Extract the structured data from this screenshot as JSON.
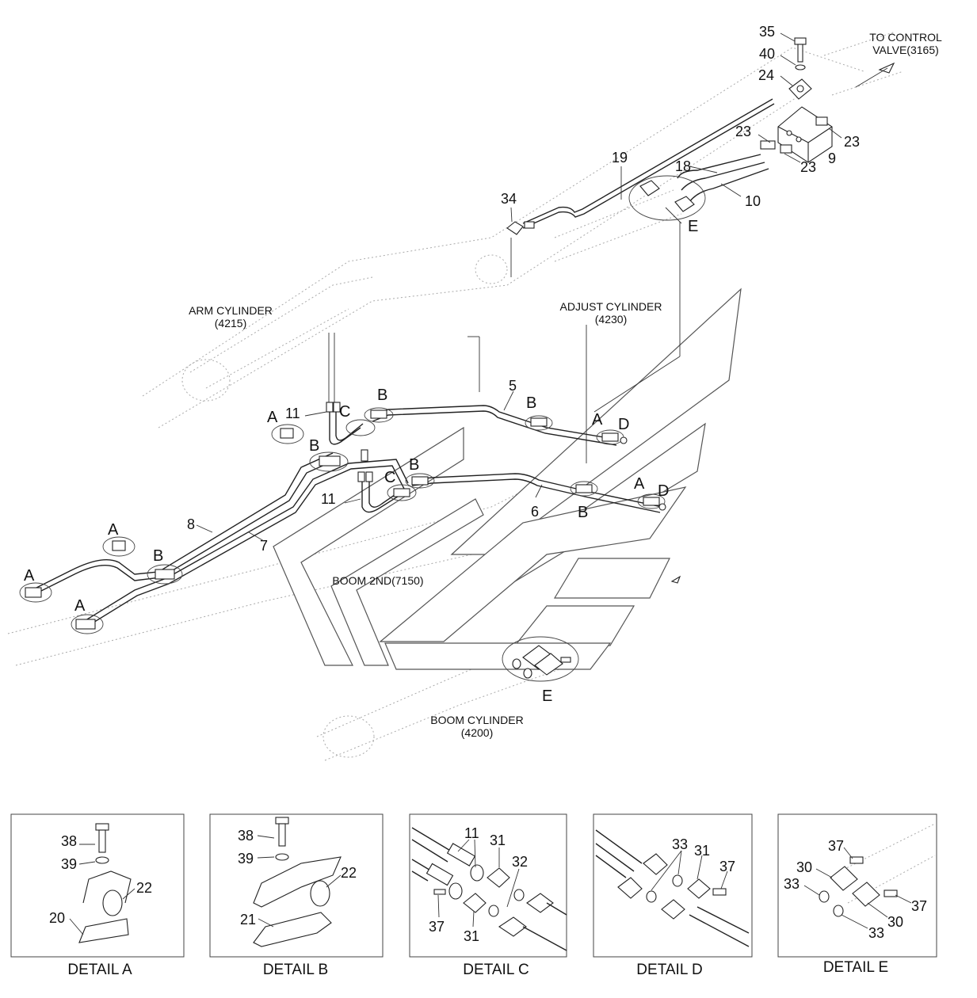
{
  "callouts": {
    "to_control_valve": [
      "TO CONTROL",
      "VALVE(3165)"
    ],
    "arm_cylinder": [
      "ARM CYLINDER",
      "(4215)"
    ],
    "adjust_cylinder": [
      "ADJUST CYLINDER",
      "(4230)"
    ],
    "boom_2nd": "BOOM 2ND(7150)",
    "boom_cylinder": [
      "BOOM CYLINDER",
      "(4200)"
    ]
  },
  "main_labels": [
    {
      "id": "n35",
      "text": "35"
    },
    {
      "id": "n40",
      "text": "40"
    },
    {
      "id": "n24",
      "text": "24"
    },
    {
      "id": "n23a",
      "text": "23"
    },
    {
      "id": "n23b",
      "text": "23"
    },
    {
      "id": "n23c",
      "text": "23"
    },
    {
      "id": "n9",
      "text": "9"
    },
    {
      "id": "n19",
      "text": "19"
    },
    {
      "id": "n18",
      "text": "18"
    },
    {
      "id": "n10",
      "text": "10"
    },
    {
      "id": "n34",
      "text": "34"
    },
    {
      "id": "e1",
      "text": "E"
    },
    {
      "id": "n5",
      "text": "5"
    },
    {
      "id": "b1",
      "text": "B"
    },
    {
      "id": "b2",
      "text": "B"
    },
    {
      "id": "c1",
      "text": "C"
    },
    {
      "id": "n11a",
      "text": "11"
    },
    {
      "id": "a1",
      "text": "A"
    },
    {
      "id": "a2",
      "text": "A"
    },
    {
      "id": "d1",
      "text": "D"
    },
    {
      "id": "b3",
      "text": "B"
    },
    {
      "id": "b4",
      "text": "B"
    },
    {
      "id": "c2",
      "text": "C"
    },
    {
      "id": "a3",
      "text": "A"
    },
    {
      "id": "d2",
      "text": "D"
    },
    {
      "id": "n6",
      "text": "6"
    },
    {
      "id": "b5",
      "text": "B"
    },
    {
      "id": "n11b",
      "text": "11"
    },
    {
      "id": "n8",
      "text": "8"
    },
    {
      "id": "n7",
      "text": "7"
    },
    {
      "id": "a4",
      "text": "A"
    },
    {
      "id": "b6",
      "text": "B"
    },
    {
      "id": "a5",
      "text": "A"
    },
    {
      "id": "a6",
      "text": "A"
    },
    {
      "id": "e2",
      "text": "E"
    }
  ],
  "details": [
    {
      "caption": "DETAIL  A",
      "labels": [
        {
          "id": "da38",
          "text": "38"
        },
        {
          "id": "da39",
          "text": "39"
        },
        {
          "id": "da22",
          "text": "22"
        },
        {
          "id": "da20",
          "text": "20"
        }
      ]
    },
    {
      "caption": "DETAIL  B",
      "labels": [
        {
          "id": "db38",
          "text": "38"
        },
        {
          "id": "db39",
          "text": "39"
        },
        {
          "id": "db22",
          "text": "22"
        },
        {
          "id": "db21",
          "text": "21"
        }
      ]
    },
    {
      "caption": "DETAIL  C",
      "labels": [
        {
          "id": "dc11",
          "text": "11"
        },
        {
          "id": "dc31a",
          "text": "31"
        },
        {
          "id": "dc32",
          "text": "32"
        },
        {
          "id": "dc37",
          "text": "37"
        },
        {
          "id": "dc31b",
          "text": "31"
        }
      ]
    },
    {
      "caption": "DETAIL  D",
      "labels": [
        {
          "id": "dd33",
          "text": "33"
        },
        {
          "id": "dd31",
          "text": "31"
        },
        {
          "id": "dd37",
          "text": "37"
        }
      ]
    },
    {
      "caption": "DETAIL  E",
      "labels": [
        {
          "id": "de37a",
          "text": "37"
        },
        {
          "id": "de30a",
          "text": "30"
        },
        {
          "id": "de33a",
          "text": "33"
        },
        {
          "id": "de37b",
          "text": "37"
        },
        {
          "id": "de30b",
          "text": "30"
        },
        {
          "id": "de33b",
          "text": "33"
        }
      ]
    }
  ]
}
